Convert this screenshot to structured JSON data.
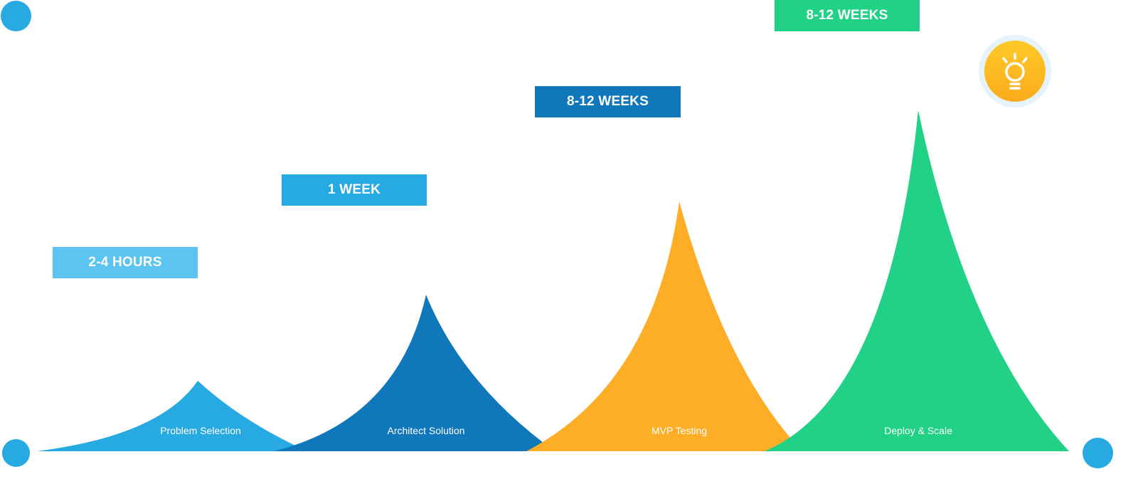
{
  "stages": [
    {
      "name": "Problem Selection",
      "duration": "2-4 HOURS",
      "color": "#27a9e1",
      "badge_color": "#5bc4f1"
    },
    {
      "name": "Architect Solution",
      "duration": "1 WEEK",
      "color": "#1077bb",
      "badge_color": "#27a9e1"
    },
    {
      "name": "MVP Testing",
      "duration": "8-12 WEEKS",
      "color": "#fdad26",
      "badge_color": "#1077bb"
    },
    {
      "name": "Deploy & Scale",
      "duration": "8-12 WEEKS",
      "color": "#21d185",
      "badge_color": "#21d185"
    }
  ],
  "icons": {
    "idea": "lightbulb-icon"
  }
}
